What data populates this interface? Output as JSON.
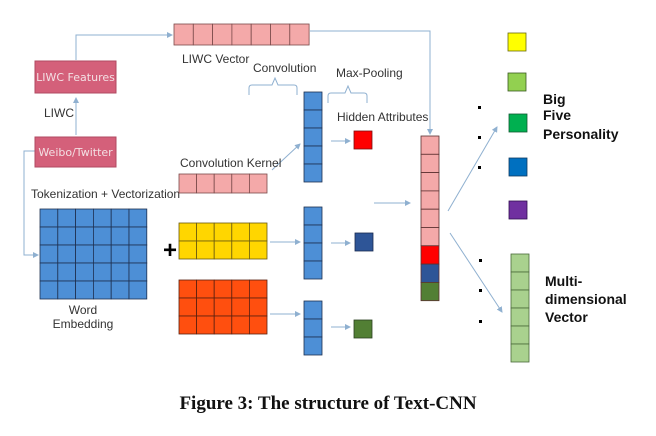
{
  "diagram": {
    "source_box": "Weibo/Twitter",
    "liwc_box": "LIWC Features",
    "liwc_edge_label": "LIWC",
    "liwc_vector_label": "LIWC Vector",
    "tokenization_label": "Tokenization + Vectorization",
    "word_embedding_label_line1": "Word",
    "word_embedding_label_line2": "Embedding",
    "convolution_label": "Convolution",
    "max_pooling_label": "Max-Pooling",
    "hidden_attributes_label": "Hidden Attributes",
    "convolution_kernel_label": "Convolution Kernel",
    "plus_symbol": "+",
    "big_five_line1": "Big",
    "big_five_line2": "Five",
    "big_five_line3": "Personality",
    "multi_line1": "Multi-",
    "multi_line2": "dimensional",
    "multi_line3": "Vector",
    "colors": {
      "source_box": "#d4607a",
      "liwc_pink": "#f4a9a9",
      "embedding_blue": "#4d8fd6",
      "kernel_yellow": "#ffd600",
      "kernel_orange": "#ff4f0f",
      "hidden_red": "#ff0000",
      "hidden_navy": "#2e5597",
      "hidden_green": "#527f34",
      "p_yellow": "#ffff00",
      "p_lightgreen": "#92d050",
      "p_green": "#00b050",
      "p_blue": "#0070c0",
      "p_purple": "#7030a0",
      "multi_green": "#a9d18e",
      "arrow": "#8fb0d0"
    }
  },
  "caption": "Figure 3: The structure of Text-CNN"
}
